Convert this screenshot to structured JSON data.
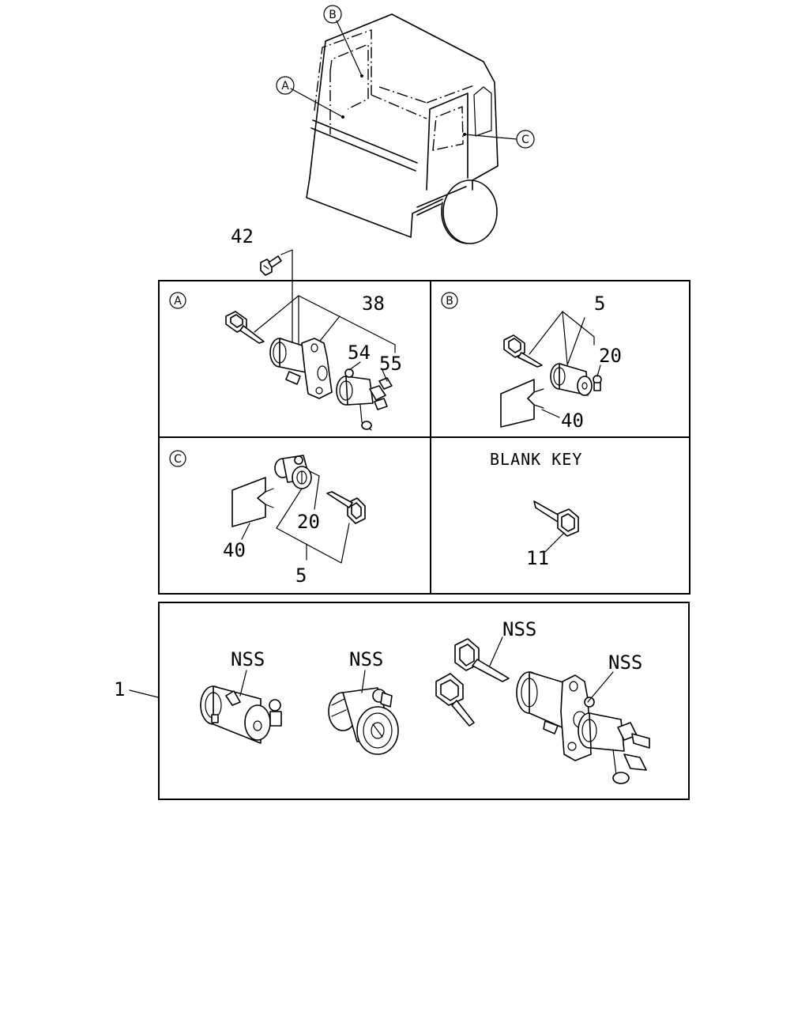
{
  "callouts": {
    "cab_a": "A",
    "cab_b": "B",
    "cab_c": "C",
    "panel_a": "A",
    "panel_b": "B",
    "panel_c": "C"
  },
  "panel_a": {
    "part_42": "42",
    "part_38": "38",
    "part_54": "54",
    "part_55": "55"
  },
  "panel_b": {
    "part_5": "5",
    "part_20": "20",
    "part_40": "40"
  },
  "panel_c": {
    "part_40": "40",
    "part_20": "20",
    "part_5": "5"
  },
  "panel_blank": {
    "title": "BLANK KEY",
    "part_11": "11"
  },
  "kit": {
    "part_1": "1",
    "nss_1": "NSS",
    "nss_2": "NSS",
    "nss_3": "NSS",
    "nss_4": "NSS"
  }
}
